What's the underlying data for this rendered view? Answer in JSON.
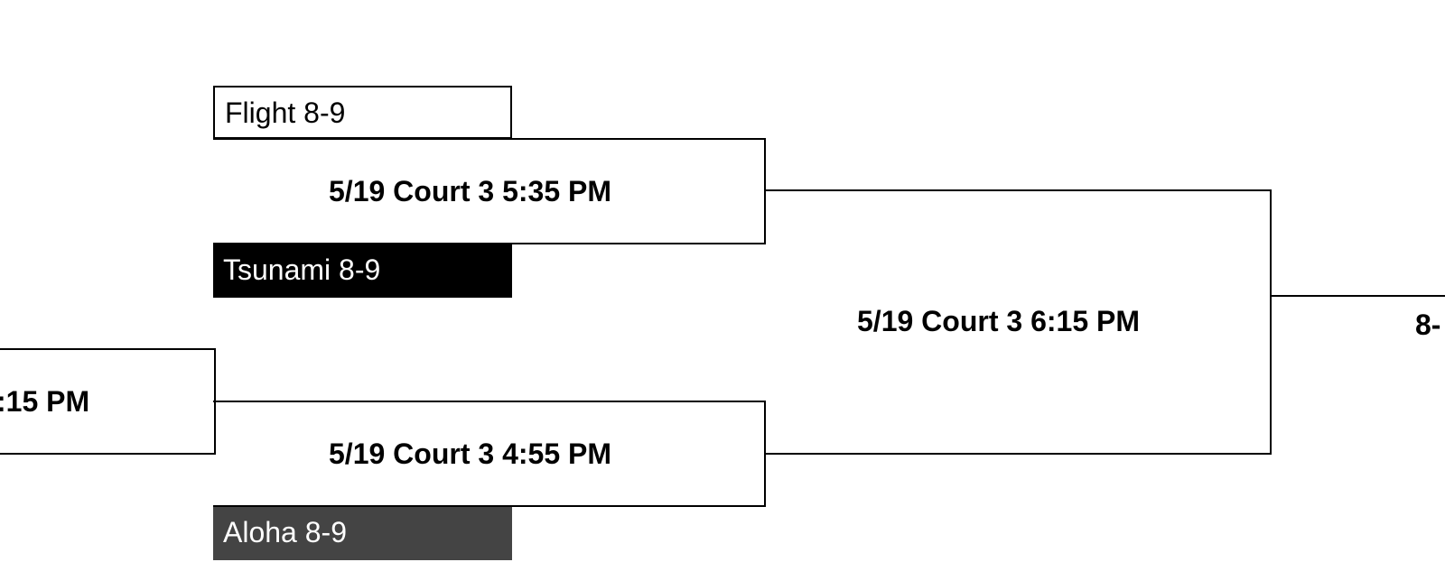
{
  "teams": {
    "flight": "Flight 8-9",
    "tsunami": "Tsunami 8-9",
    "aloha": "Aloha 8-9"
  },
  "games": {
    "game_535": "5/19 Court 3 5:35 PM",
    "game_455": "5/19 Court 3 4:55 PM",
    "game_615": "5/19 Court 3 6:15 PM",
    "left_partial": ":15 PM",
    "right_partial": "8-"
  },
  "colors": {
    "line": "#000000",
    "winner_fill": "#000000",
    "secondary_fill": "#444444",
    "background": "#ffffff"
  }
}
